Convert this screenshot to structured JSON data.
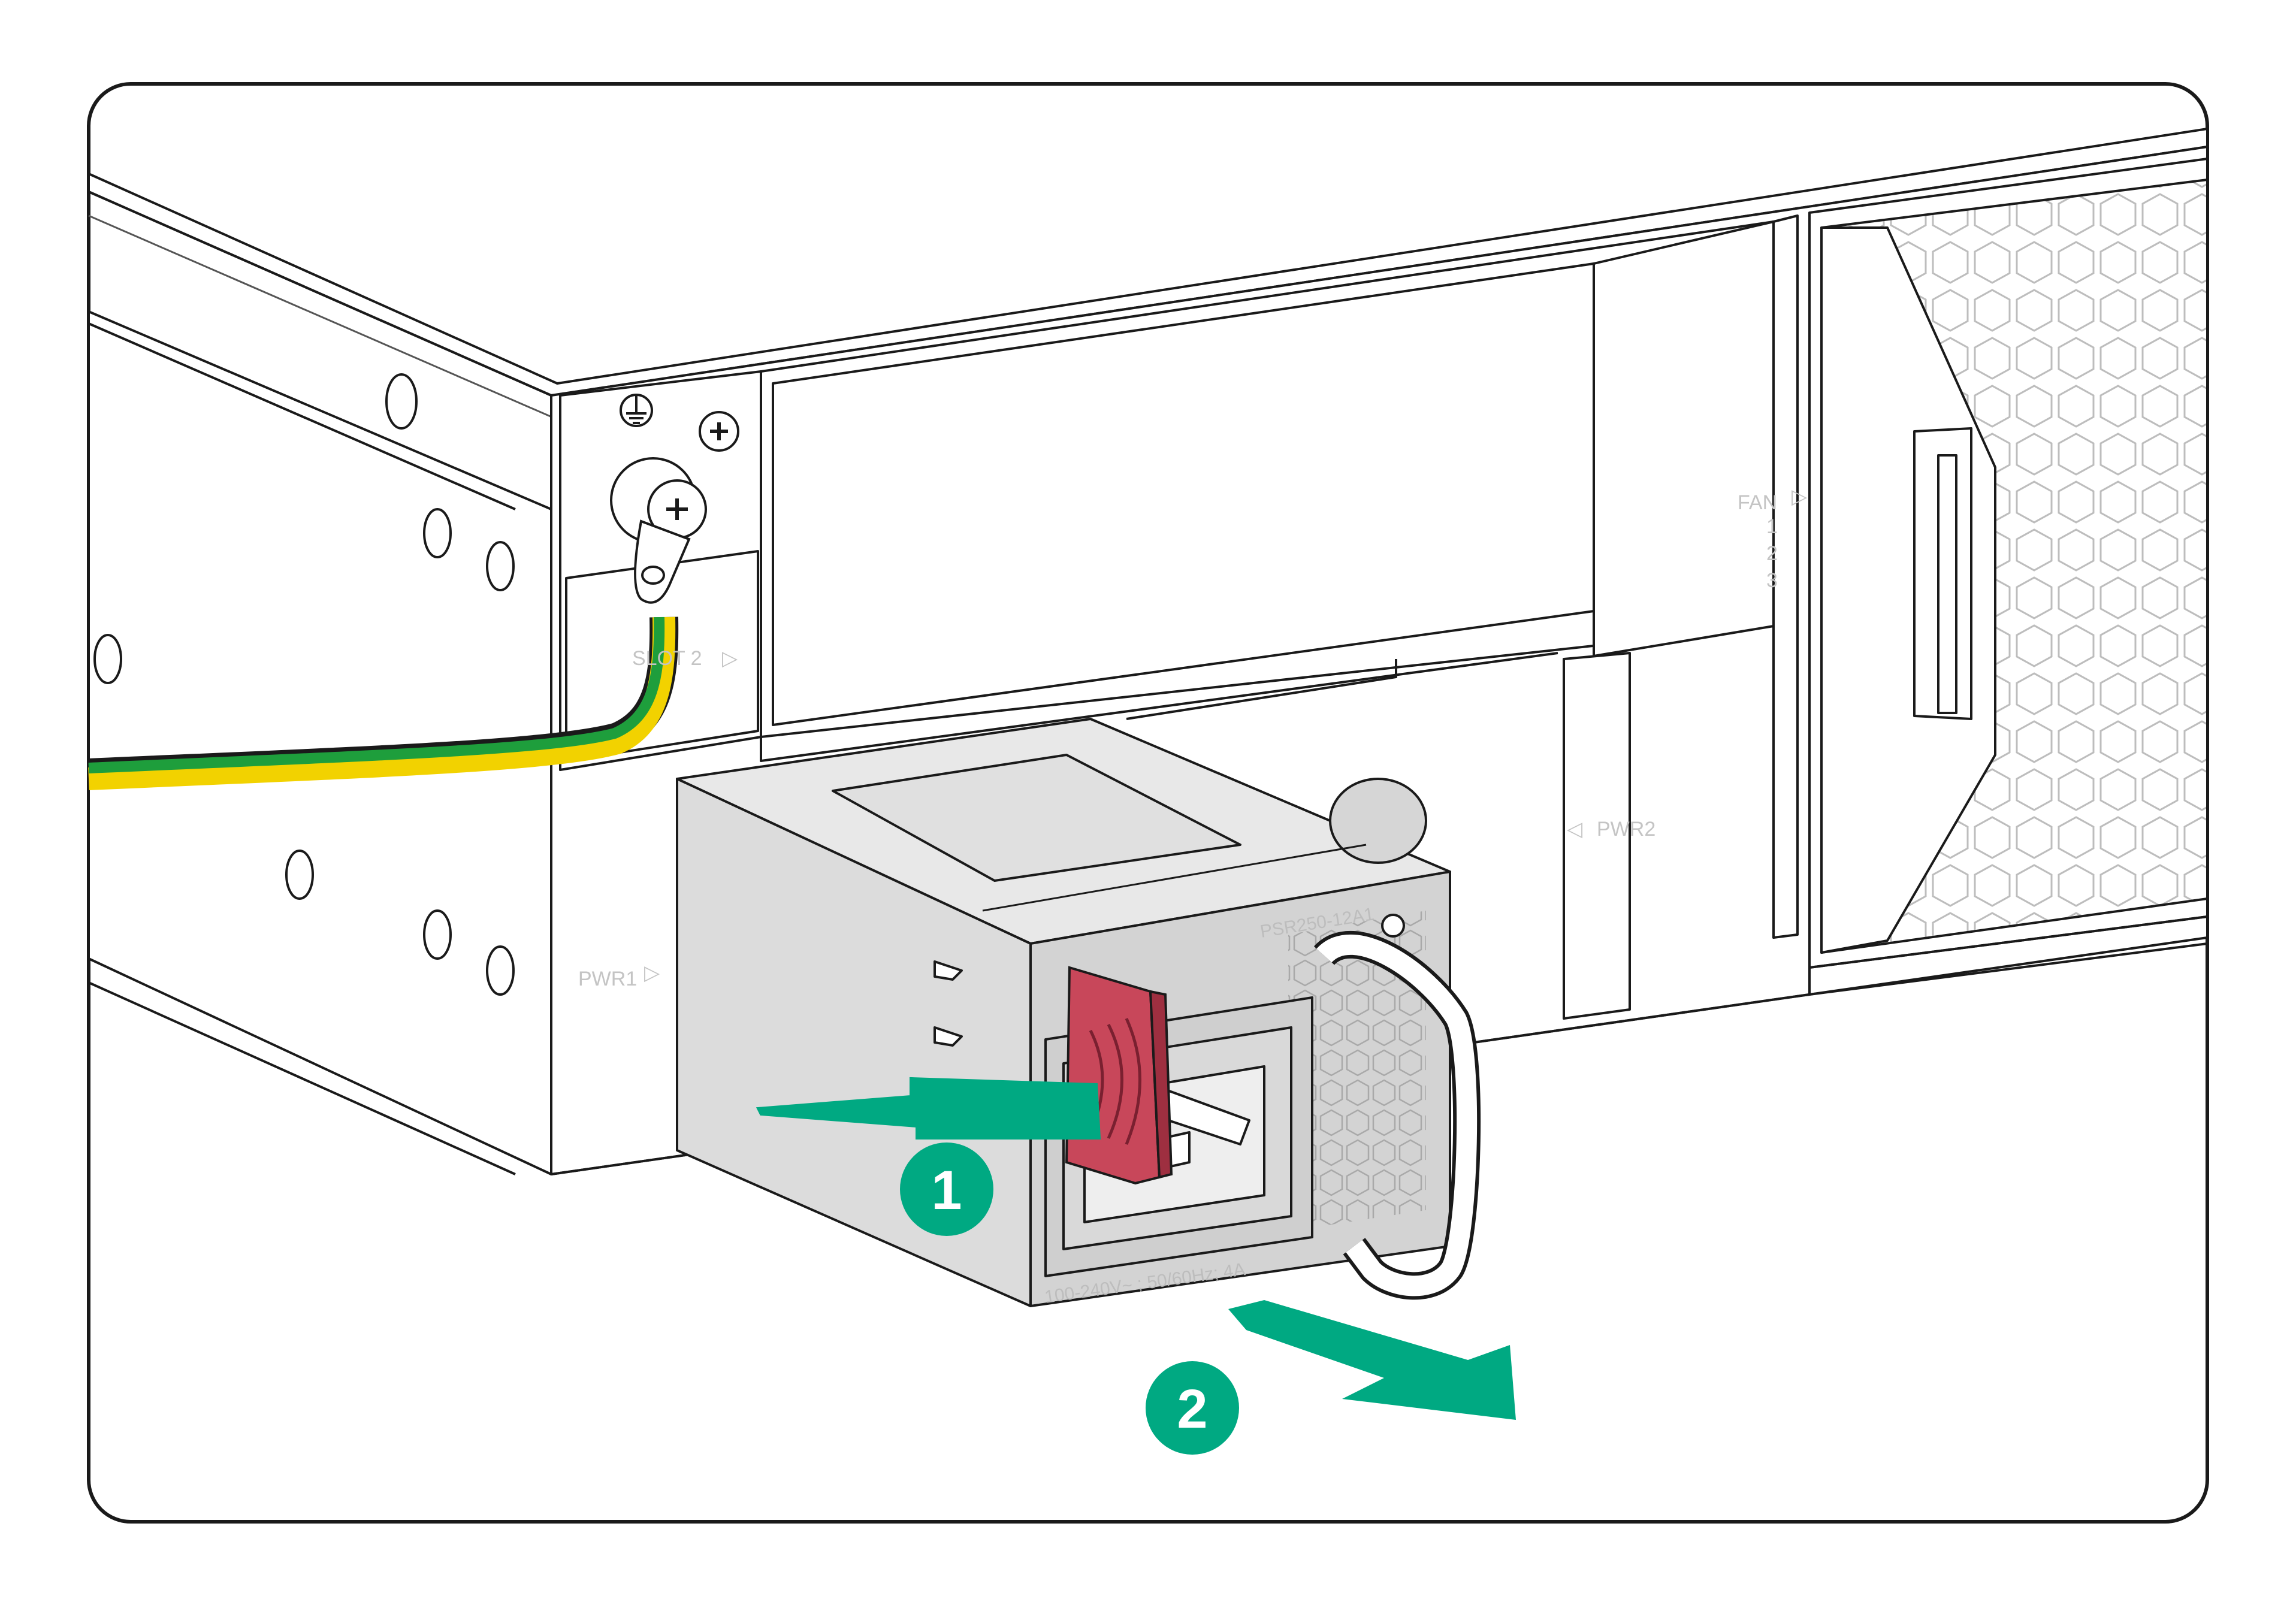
{
  "labels": {
    "slot": "SLOT 2",
    "pwr1": "PWR1",
    "pwr2": "PWR2",
    "fan": "FAN",
    "fan_numbers": [
      "1",
      "2",
      "3"
    ],
    "psu_model": "PSR250-12A1",
    "psu_rating": "100-240V~ ; 50/60Hz; 4A"
  },
  "steps": [
    "1",
    "2"
  ],
  "colors": {
    "accent_green": "#00a982",
    "latch_red": "#c8475a",
    "cable_green": "#1e9e3c",
    "cable_yellow": "#f2d200",
    "outline": "#1a1a1a",
    "psu_gray": "#dedede"
  },
  "icons": [
    "ground-icon",
    "screw-icon",
    "arrow-right-icon"
  ]
}
